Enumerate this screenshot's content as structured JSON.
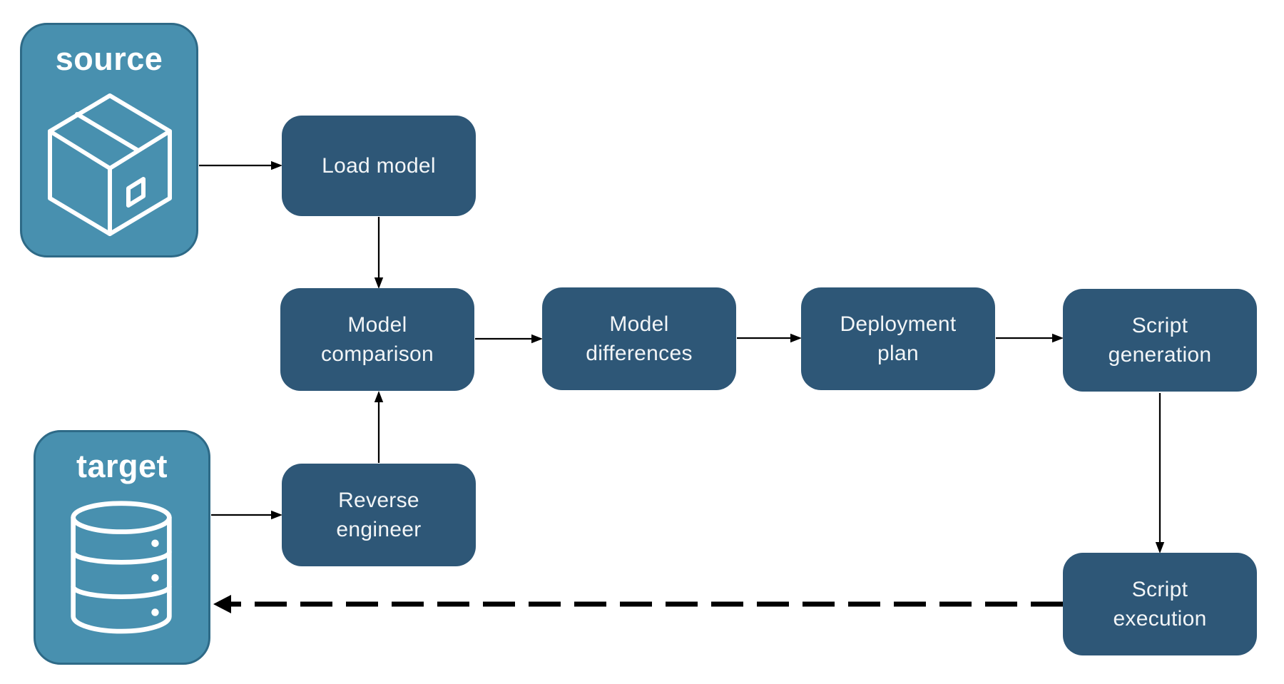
{
  "entities": {
    "source": {
      "label": "source",
      "icon": "package-icon"
    },
    "target": {
      "label": "target",
      "icon": "database-icon"
    }
  },
  "nodes": {
    "load_model": {
      "label": "Load model"
    },
    "model_comparison": {
      "label": "Model\ncomparison"
    },
    "model_differences": {
      "label": "Model\ndifferences"
    },
    "deployment_plan": {
      "label": "Deployment\nplan"
    },
    "script_generation": {
      "label": "Script\ngeneration"
    },
    "reverse_engineer": {
      "label": "Reverse\nengineer"
    },
    "script_execution": {
      "label": "Script\nexecution"
    }
  },
  "edges": [
    {
      "from": "source",
      "to": "load_model",
      "style": "solid"
    },
    {
      "from": "load_model",
      "to": "model_comparison",
      "style": "solid"
    },
    {
      "from": "target",
      "to": "reverse_engineer",
      "style": "solid"
    },
    {
      "from": "reverse_engineer",
      "to": "model_comparison",
      "style": "solid"
    },
    {
      "from": "model_comparison",
      "to": "model_differences",
      "style": "solid"
    },
    {
      "from": "model_differences",
      "to": "deployment_plan",
      "style": "solid"
    },
    {
      "from": "deployment_plan",
      "to": "script_generation",
      "style": "solid"
    },
    {
      "from": "script_generation",
      "to": "script_execution",
      "style": "solid"
    },
    {
      "from": "script_execution",
      "to": "target",
      "style": "dashed"
    }
  ],
  "colors": {
    "background": "#FFFFFF",
    "node_fill": "#2E5777",
    "node_text": "#F2F5F7",
    "entity_fill": "#4890AF",
    "entity_border": "#2E6A87",
    "entity_text": "#FFFFFF",
    "arrow": "#000000"
  }
}
